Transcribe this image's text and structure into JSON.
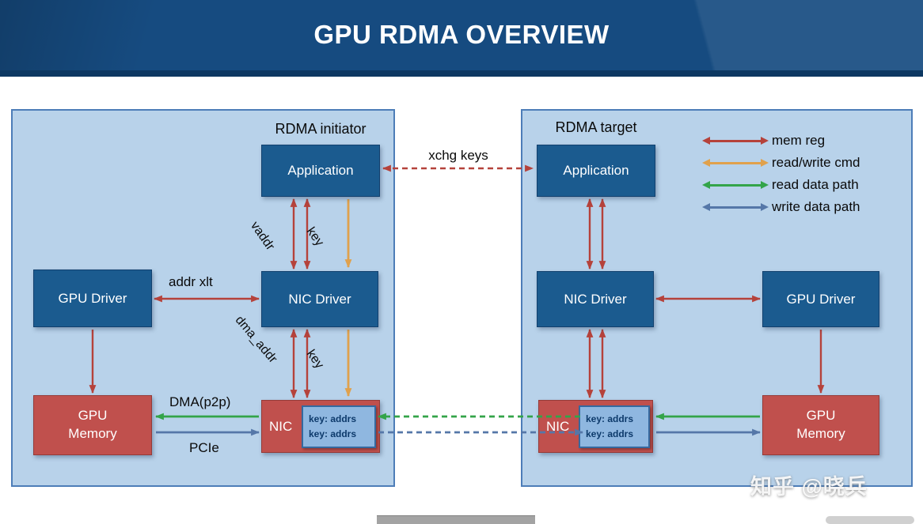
{
  "header": {
    "title": "GPU RDMA OVERVIEW"
  },
  "initiator": {
    "panel_label": "RDMA initiator",
    "application_label": "Application",
    "gpu_driver_label": "GPU Driver",
    "nic_driver_label": "NIC Driver",
    "gpu_memory_label": "GPU\nMemory",
    "nic_label": "NIC",
    "nic_keys": [
      "key: addrs",
      "key: addrs"
    ],
    "edge_labels": {
      "vaddr": "vaddr",
      "key_app_nic": "key",
      "addr_xlt": "addr xlt",
      "dma_addr": "dma_addr",
      "key_nic": "key",
      "dma_p2p": "DMA(p2p)",
      "pcie": "PCIe"
    }
  },
  "target": {
    "panel_label": "RDMA target",
    "application_label": "Application",
    "nic_driver_label": "NIC Driver",
    "gpu_driver_label": "GPU Driver",
    "gpu_memory_label": "GPU\nMemory",
    "nic_label": "NIC",
    "nic_keys": [
      "key: addrs",
      "key: addrs"
    ]
  },
  "interconnect": {
    "xchg_keys_label": "xchg keys"
  },
  "legend": {
    "items": [
      {
        "label": "mem reg",
        "color": "#b5423b"
      },
      {
        "label": "read/write cmd",
        "color": "#e0a14c"
      },
      {
        "label": "read data path",
        "color": "#33a449"
      },
      {
        "label": "write data path",
        "color": "#5577a8"
      }
    ]
  },
  "watermark": "知乎 @晓兵",
  "colors": {
    "header_bg": "#164b80",
    "panel_bg": "#b8d2ea",
    "panel_border": "#4d7db8",
    "box_blue": "#1b5b8f",
    "box_red": "#c0504d",
    "key_box_bg": "#8fb7e0",
    "arrow_red": "#b5423b",
    "arrow_orange": "#e0a14c",
    "arrow_green": "#33a449",
    "arrow_blue": "#5577a8"
  }
}
